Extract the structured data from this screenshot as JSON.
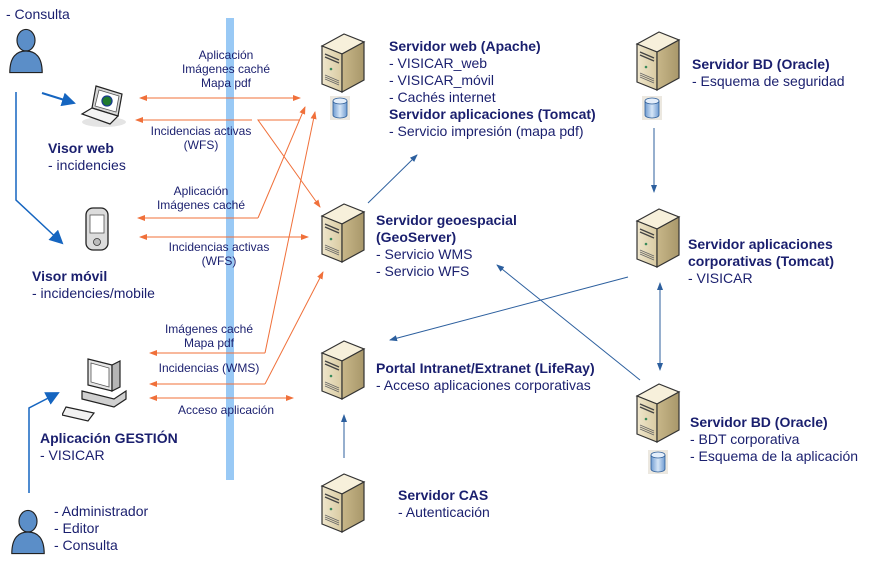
{
  "diagram": {
    "users": {
      "top": {
        "roles": [
          "- Consulta"
        ]
      },
      "bottom": {
        "roles": [
          "- Administrador",
          "- Editor",
          "- Consulta"
        ]
      }
    },
    "clients": [
      {
        "title": "Visor web",
        "lines": [
          "- incidencies"
        ]
      },
      {
        "title": "Visor móvil",
        "lines": [
          "- incidencies/mobile"
        ]
      },
      {
        "title": "Aplicación GESTIÓN",
        "lines": [
          "- VISICAR"
        ]
      }
    ],
    "servers": {
      "web": {
        "title": "Servidor web (Apache)",
        "lines": [
          "- VISICAR_web",
          "- VISICAR_móvil",
          "- Cachés internet"
        ],
        "title2": "Servidor aplicaciones (Tomcat)",
        "lines2": [
          "- Servicio impresión (mapa pdf)"
        ]
      },
      "geo": {
        "title": "Servidor geoespacial",
        "title_b": "(GeoServer)",
        "lines": [
          "- Servicio WMS",
          "- Servicio WFS"
        ]
      },
      "portal": {
        "title": "Portal Intranet/Extranet (LifeRay)",
        "lines": [
          "- Acceso aplicaciones corporativas"
        ]
      },
      "cas": {
        "title": "Servidor CAS",
        "lines": [
          "- Autenticación"
        ]
      },
      "bd_top": {
        "title": "Servidor BD (Oracle)",
        "lines": [
          "- Esquema de seguridad"
        ]
      },
      "corp_app": {
        "title": "Servidor aplicaciones",
        "title_b": "corporativas (Tomcat)",
        "lines": [
          "- VISICAR"
        ]
      },
      "bd_bottom": {
        "title": "Servidor BD (Oracle)",
        "lines": [
          "- BDT corporativa",
          "- Esquema de la aplicación"
        ]
      }
    },
    "connections": {
      "web_main": [
        "Aplicación",
        "Imágenes caché",
        "Mapa pdf"
      ],
      "web_wfs": [
        "Incidencias activas",
        "(WFS)"
      ],
      "movil_main": [
        "Aplicación",
        "Imágenes caché"
      ],
      "movil_wfs": [
        "Incidencias activas",
        "(WFS)"
      ],
      "gestion_img": [
        "Imágenes caché",
        "Mapa pdf"
      ],
      "gestion_wms": [
        "Incidencias (WMS)"
      ],
      "gestion_access": [
        "Acceso aplicación"
      ]
    },
    "colors": {
      "text": "#1a1f6e",
      "orange_arrow": "#f0703a",
      "blue_arrow": "#2c5f9e",
      "user_arrow": "#1565c0",
      "firewall_band": "#99c9f5"
    }
  }
}
